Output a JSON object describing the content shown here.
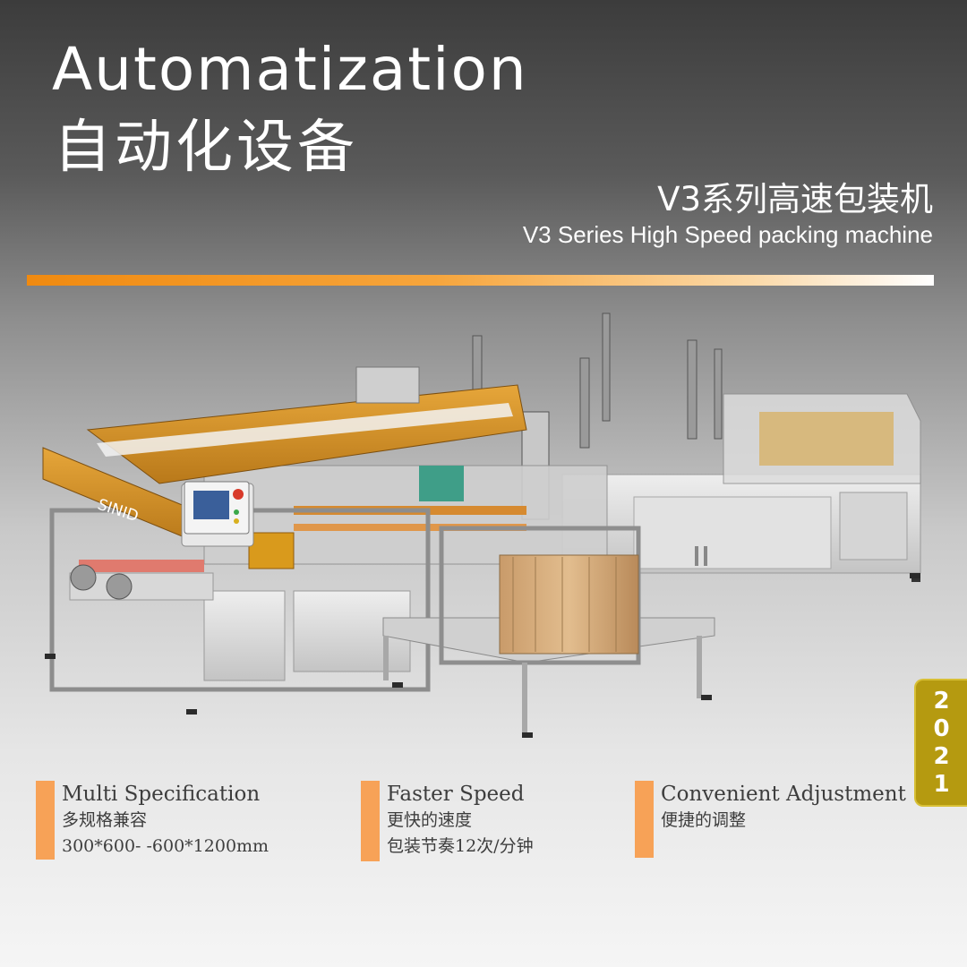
{
  "header": {
    "title_en": "Automatization",
    "title_cn": "自动化设备",
    "subtitle_cn": "V3系列高速包装机",
    "subtitle_en": "V3 Series High Speed packing machine"
  },
  "accent_colors": [
    "#f08a10",
    "#f6a53c",
    "#fbd9a8"
  ],
  "machine": {
    "brand": "SINID",
    "image": "packing-machine-render"
  },
  "year_badge": {
    "digits": [
      "2",
      "0",
      "2",
      "1"
    ],
    "color": "#b59a10"
  },
  "features": [
    {
      "title": "Multi Specification",
      "lines": [
        "多规格兼容",
        "300*600- -600*1200mm"
      ]
    },
    {
      "title": "Faster Speed",
      "lines": [
        "更快的速度",
        "包装节奏12次/分钟"
      ]
    },
    {
      "title": "Convenient Adjustment",
      "lines": [
        "便捷的调整"
      ]
    }
  ]
}
